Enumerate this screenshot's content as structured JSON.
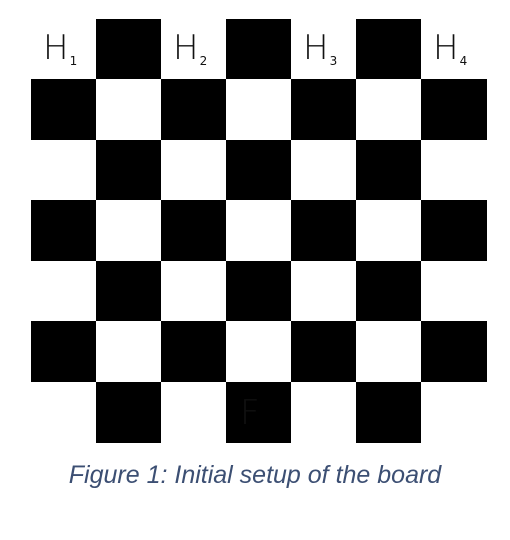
{
  "board": {
    "rows": 7,
    "cols": 7,
    "top_left_dark": false,
    "colors": {
      "dark": "#000000",
      "light": "#ffffff"
    },
    "pieces": [
      {
        "label": "H",
        "subscript": "1",
        "row": 0,
        "col": 0
      },
      {
        "label": "H",
        "subscript": "2",
        "row": 0,
        "col": 2
      },
      {
        "label": "H",
        "subscript": "3",
        "row": 0,
        "col": 4
      },
      {
        "label": "H",
        "subscript": "4",
        "row": 0,
        "col": 6
      },
      {
        "label": "F",
        "subscript": "",
        "row": 6,
        "col": 3
      }
    ]
  },
  "caption": {
    "text": "Figure 1: Initial setup of the board",
    "color": "#3c4f73"
  }
}
